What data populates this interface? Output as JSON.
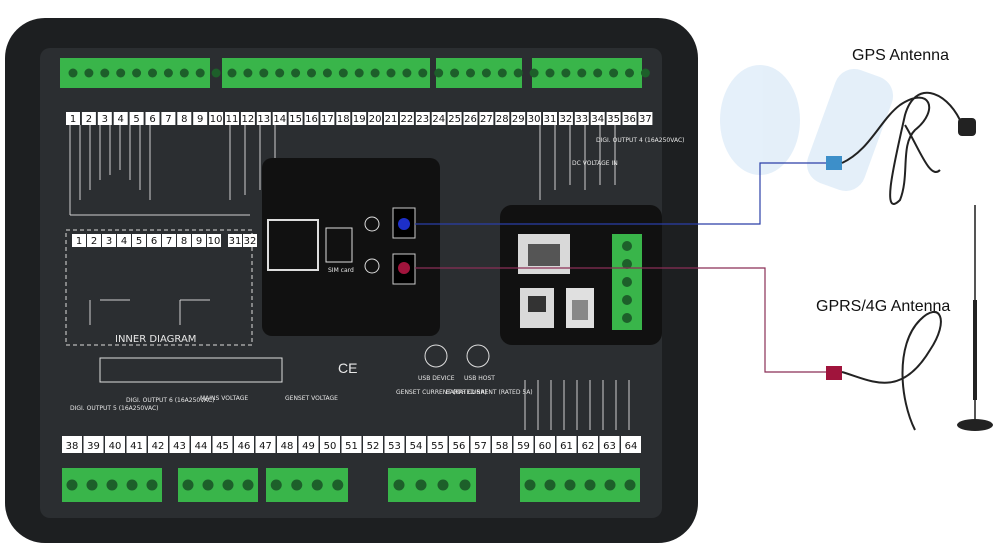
{
  "labels": {
    "gps": "GPS Antenna",
    "gprs": "GPRS/4G Antenna",
    "inner_diagram": "INNER DIAGRAM",
    "usb_device": "USB DEVICE",
    "usb_host": "USB HOST",
    "sim_card": "SIM card",
    "ce": "CE",
    "diag_out_5": "DIGI. OUTPUT 5 (16A250VAC)",
    "diag_out_6": "DIGI. OUTPUT 6 (16A250VAC)",
    "mains_voltage": "MAINS VOLTAGE",
    "genset_voltage": "GENSET VOLTAGE",
    "genset_current": "GENSET CURRENT (RATED 5A)",
    "earth_current": "EARTH CURRENT (RATED 5A)",
    "dc_voltage_in": "DC VOLTAGE IN",
    "digi_output_4": "DIGI. OUTPUT 4 (16A250VAC)"
  },
  "top_terminals": [
    "1",
    "2",
    "3",
    "4",
    "5",
    "6",
    "7",
    "8",
    "9",
    "10",
    "11",
    "12",
    "13",
    "14",
    "15",
    "16",
    "17",
    "18",
    "19",
    "20",
    "21",
    "22",
    "23",
    "24",
    "25",
    "26",
    "27",
    "28",
    "29",
    "30",
    "31",
    "32",
    "33",
    "34",
    "35",
    "36",
    "37"
  ],
  "bottom_terminals": [
    "38",
    "39",
    "40",
    "41",
    "42",
    "43",
    "44",
    "45",
    "46",
    "47",
    "48",
    "49",
    "50",
    "51",
    "52",
    "53",
    "54",
    "55",
    "56",
    "57",
    "58",
    "59",
    "60",
    "61",
    "62",
    "63",
    "64"
  ],
  "inner_terminals": [
    "1",
    "2",
    "3",
    "4",
    "5",
    "6",
    "7",
    "8",
    "9",
    "10",
    "31",
    "32"
  ],
  "colors": {
    "panel": "#1d1f21",
    "terminal_green": "#39b54a",
    "gps_wire": "#2b3fa8",
    "gprs_wire": "#8a2f56",
    "watermark": "#cfe3f5"
  },
  "icons": {
    "gps_antenna": "gps-antenna-icon",
    "gprs_antenna": "gprs-antenna-icon",
    "ethernet": "ethernet-port-icon",
    "usb_b": "usb-b-port-icon",
    "usb_a": "usb-a-port-icon"
  }
}
